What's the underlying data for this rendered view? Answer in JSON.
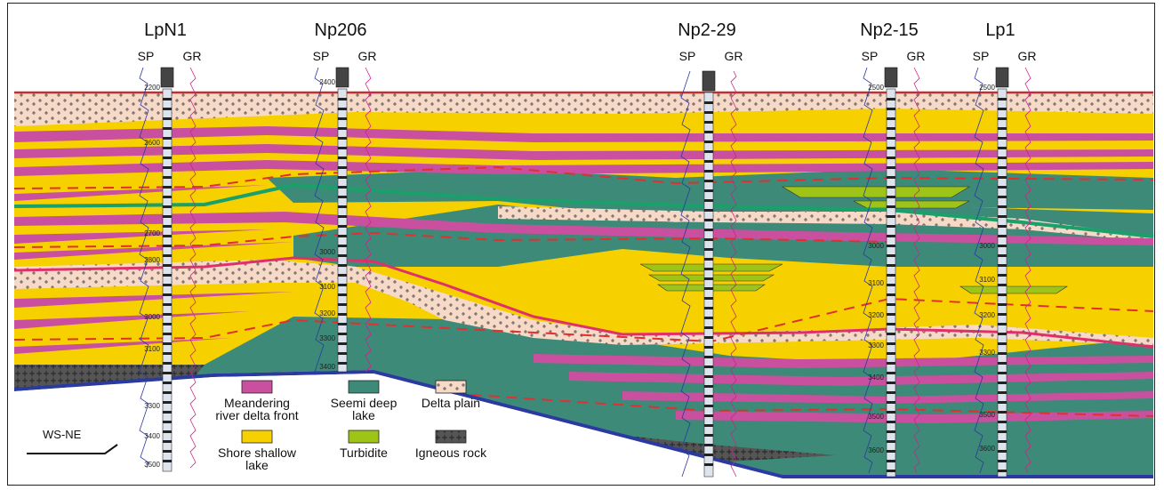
{
  "wells": [
    {
      "name": "LpN1",
      "sp": "SP",
      "gr": "GR",
      "depths": [
        "2200",
        "2600",
        "2700",
        "2800",
        "3000",
        "3100",
        "3300",
        "3400",
        "3500"
      ]
    },
    {
      "name": "Np206",
      "sp": "SP",
      "gr": "GR",
      "depths": [
        "2400",
        "3000",
        "3100",
        "3200",
        "3300",
        "3400"
      ]
    },
    {
      "name": "Np2-29",
      "sp": "SP",
      "gr": "GR",
      "depths": []
    },
    {
      "name": "Np2-15",
      "sp": "SP",
      "gr": "GR",
      "depths": [
        "2500",
        "3000",
        "3100",
        "3200",
        "3300",
        "3400",
        "3500",
        "3600"
      ]
    },
    {
      "name": "Lp1",
      "sp": "SP",
      "gr": "GR",
      "depths": [
        "2500",
        "3000",
        "3100",
        "3200",
        "3300",
        "3500",
        "3600"
      ]
    }
  ],
  "legend": [
    {
      "label_lines": [
        "Meandering",
        "river delta front"
      ],
      "color": "#c8509e",
      "pattern": "none"
    },
    {
      "label_lines": [
        "Seemi deep",
        "lake"
      ],
      "color": "#3d8a78",
      "pattern": "none"
    },
    {
      "label_lines": [
        "Delta plain"
      ],
      "color": "#f7d9c8",
      "pattern": "dots"
    },
    {
      "label_lines": [
        "Shore shallow",
        "lake"
      ],
      "color": "#f7d000",
      "pattern": "none"
    },
    {
      "label_lines": [
        "Turbidite"
      ],
      "color": "#9ec418",
      "pattern": "none"
    },
    {
      "label_lines": [
        "Igneous rock"
      ],
      "color": "#555555",
      "pattern": "cross"
    }
  ],
  "direction": {
    "label": "WS-NE",
    "icon": "direction-arrow-icon"
  },
  "colors": {
    "meandering": "#c8509e",
    "deep_lake": "#3d8a78",
    "delta_plain": "#f7d9c8",
    "shallow_lake": "#f7d000",
    "turbidite": "#9ec418",
    "igneous": "#555555",
    "basement": "#2a3aa0",
    "marker_line": "#e0306a",
    "dashed_boundary": "#e03030",
    "green_marker": "#1aa06a",
    "top_line": "#c03030"
  }
}
